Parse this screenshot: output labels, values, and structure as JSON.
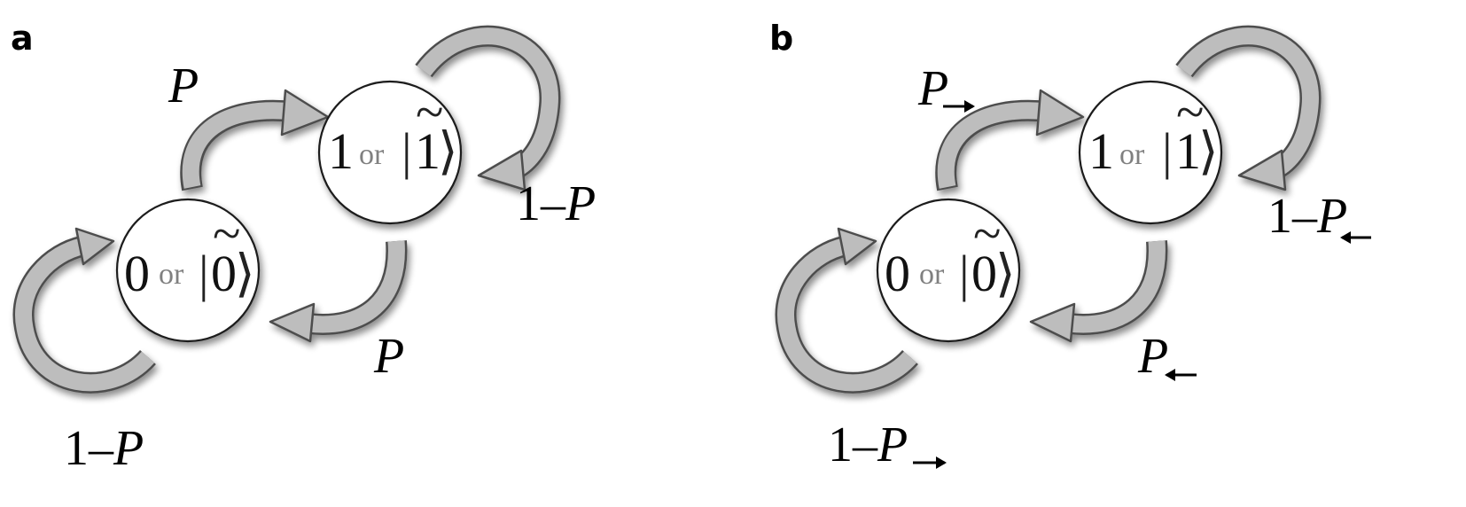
{
  "panels": [
    {
      "letter": "a",
      "state0": {
        "value": "0",
        "or": "or",
        "ket": "0"
      },
      "state1": {
        "value": "1",
        "or": "or",
        "ket": "1"
      },
      "labels": {
        "up_prob": "P",
        "down_prob": "P",
        "self1_one": "1",
        "self1_dash": "–",
        "self1_p": "P",
        "self0_one": "1",
        "self0_dash": "–",
        "self0_p": "P"
      }
    },
    {
      "letter": "b",
      "state0": {
        "value": "0",
        "or": "or",
        "ket": "0"
      },
      "state1": {
        "value": "1",
        "or": "or",
        "ket": "1"
      },
      "labels": {
        "up_prob": "P",
        "down_prob": "P",
        "self1_one": "1",
        "self1_dash": "–",
        "self1_p": "P",
        "self0_one": "1",
        "self0_dash": "–",
        "self0_p": "P"
      }
    }
  ]
}
